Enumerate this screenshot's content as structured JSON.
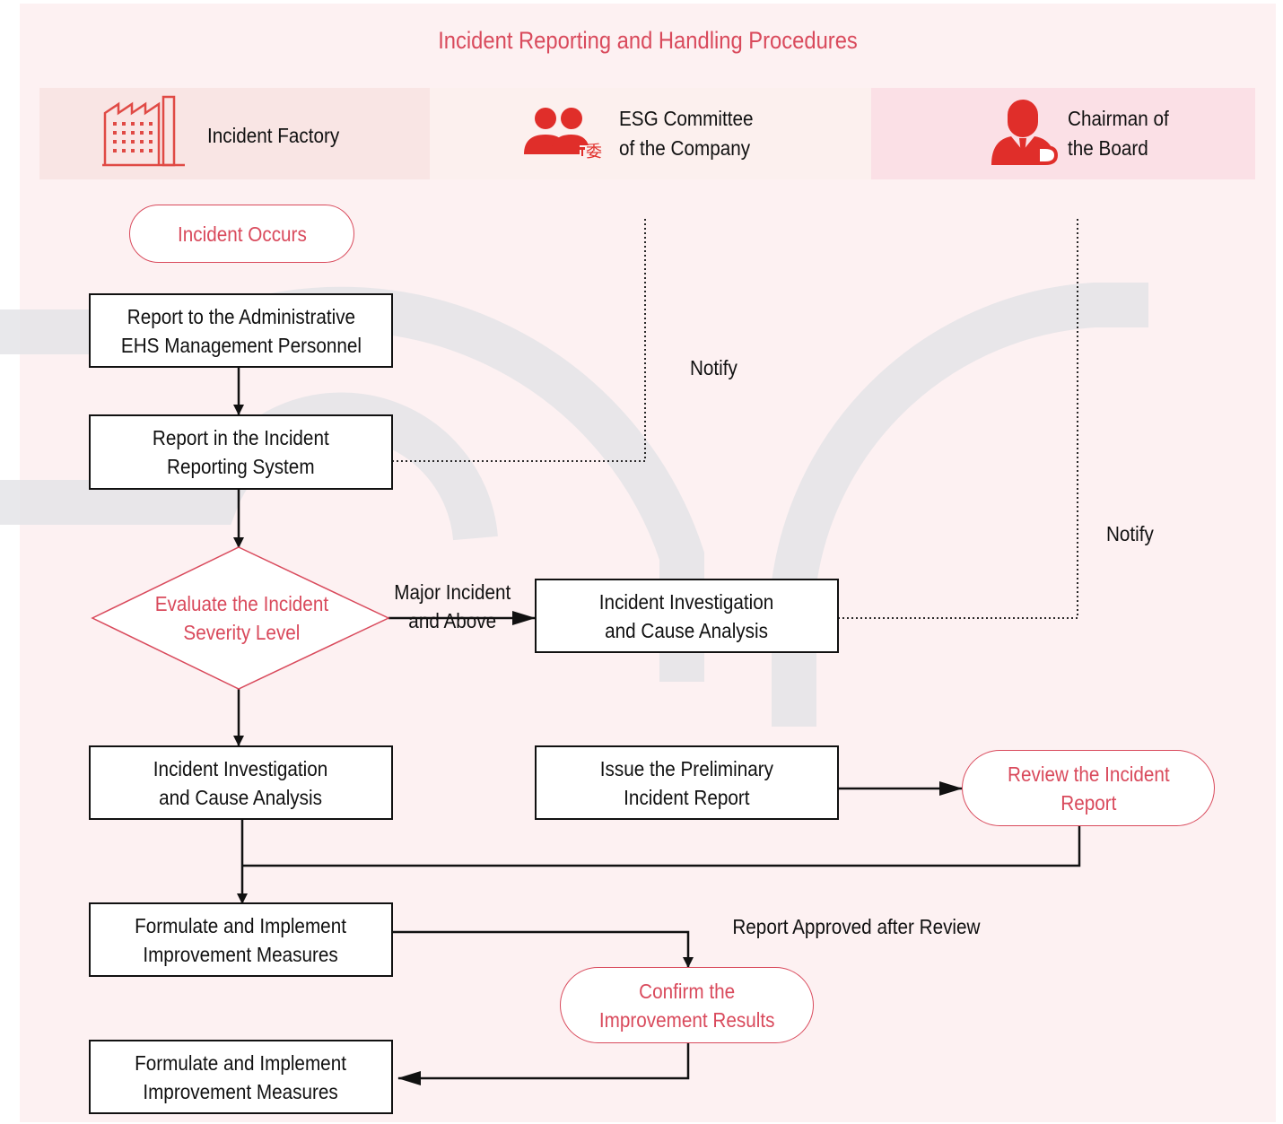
{
  "title": "Incident Reporting and Handling Procedures",
  "lanes": {
    "factory": {
      "label": "Incident Factory",
      "icon": "factory-icon"
    },
    "committee": {
      "label": "ESG Committee\nof the Company",
      "icon": "committee-icon",
      "icon_char": "委"
    },
    "chairman": {
      "label": "Chairman of\nthe Board",
      "icon": "chairman-icon"
    }
  },
  "nodes": {
    "incident_occurs": "Incident Occurs",
    "report_admin": "Report to the Administrative\nEHS Management Personnel",
    "report_system": "Report in the Incident\nReporting System",
    "evaluate": "Evaluate the Incident\nSeverity Level",
    "investigation_major": "Incident Investigation\nand Cause Analysis",
    "investigation": "Incident Investigation\nand Cause Analysis",
    "preliminary_report": "Issue the Preliminary\nIncident Report",
    "review_report": "Review the Incident\nReport",
    "formulate_1": "Formulate and Implement\nImprovement Measures",
    "confirm": "Confirm the\nImprovement Results",
    "formulate_2": "Formulate and Implement\nImprovement Measures"
  },
  "edge_labels": {
    "notify_committee": "Notify",
    "notify_chairman": "Notify",
    "major": "Major Incident\nand Above",
    "approved": "Report Approved after Review"
  },
  "colors": {
    "accent": "#d94a5c",
    "background": "#fdf1f2",
    "watermark": "#e4e4e8"
  }
}
